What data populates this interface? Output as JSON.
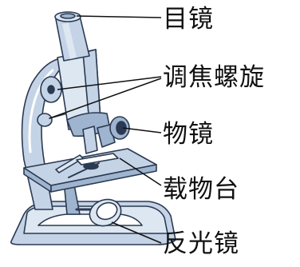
{
  "labels": {
    "eyepiece": "目镜",
    "focus_knob": "调焦螺旋",
    "objective": "物镜",
    "stage": "载物台",
    "mirror": "反光镜"
  },
  "colors": {
    "body_fill": "#c4d3e6",
    "body_fill_light": "#dde7f2",
    "body_fill_dark": "#9fb4cf",
    "outline": "#2b3a52",
    "text": "#111111",
    "leader_line": "#111111"
  }
}
